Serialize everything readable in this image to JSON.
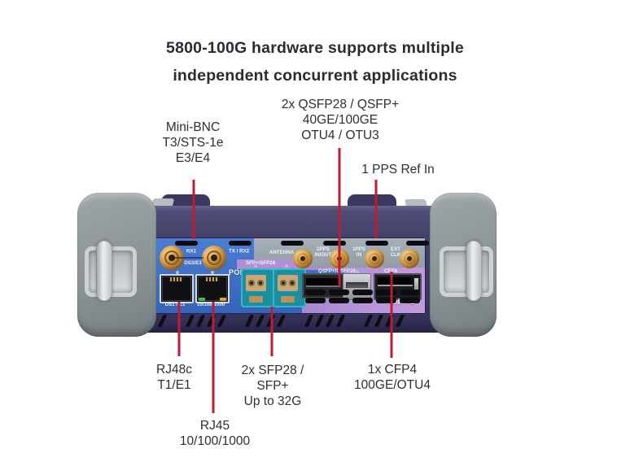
{
  "title": {
    "line1": "5800-100G hardware supports multiple",
    "line2": "independent concurrent applications"
  },
  "callouts": {
    "mini_bnc": {
      "lines": [
        "Mini-BNC",
        "T3/STS-1e",
        "E3/E4"
      ]
    },
    "qsfp": {
      "lines": [
        "2x QSFP28 / QSFP+",
        "40GE/100GE",
        "OTU4 / OTU3"
      ]
    },
    "pps_ref": {
      "lines": [
        "1 PPS Ref In"
      ]
    },
    "rj48c": {
      "lines": [
        "RJ48c",
        "T1/E1"
      ]
    },
    "rj45": {
      "lines": [
        "RJ45",
        "10/100/1000"
      ]
    },
    "sfp28": {
      "lines": [
        "2x SFP28 /",
        "SFP+",
        "Up to 32G"
      ]
    },
    "cfp4": {
      "lines": [
        "1x CFP4",
        "100GE/OTU4"
      ]
    }
  },
  "panel_labels": {
    "rx1": "RX1",
    "tx_rx2": "TX / RX2",
    "ds3_e3": "DS3/E3",
    "port2": "PORT 2",
    "ds1_e1": "DS1 / E1",
    "eth": "10/100/1000",
    "sfp": "SFP+/SFP28",
    "antenna": "ANTENNA",
    "pps_io_l1": "1PPS",
    "pps_io_l2": "IN/OUT",
    "pps_in_l1": "1PPS",
    "pps_in_l2": "IN",
    "ext_clk_l1": "EXT",
    "ext_clk_l2": "CLK",
    "qsfp": "QSFP+/QSFP28",
    "cfp4": "CFP4",
    "port1": "PORT 1"
  },
  "colors": {
    "callout_red": "#c11a31",
    "text_dark": "#2f2d34",
    "panel_blue": "#3d6fc6",
    "panel_gray": "#9ba5ae",
    "panel_purple": "#b18fd6",
    "sfp_teal": "#2aa2b4",
    "connector_gold": "#c99040",
    "body_navy": "#3e3c63",
    "bumper_gray": "#8d9598"
  }
}
